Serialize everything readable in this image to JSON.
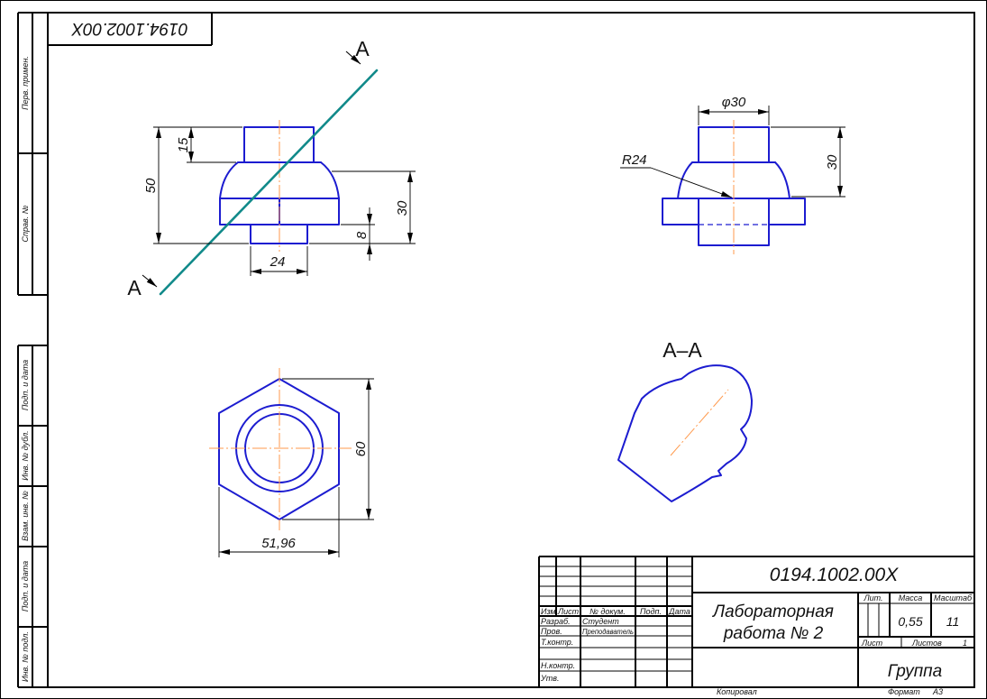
{
  "colors": {
    "frame": "#000000",
    "outline": "#1c1cd0",
    "centerline": "#ff9a4d",
    "section_line": "#118a8a",
    "dimension": "#000000",
    "hatch": "#1c1cd0"
  },
  "sheet": {
    "corner_designation": "0194.1002.00X",
    "side_labels": [
      "Перв. примен.",
      "Справ. №",
      "Подп. и дата",
      "Инв. № дубл.",
      "Взам. инв. №",
      "Подп. и дата",
      "Инв. № подл."
    ],
    "copied_label": "Копировал",
    "format_label": "Формат",
    "format_value": "А3"
  },
  "front_view": {
    "section_mark_top": "А",
    "section_mark_bottom": "А",
    "dimensions": {
      "total_height": "50",
      "cylinder_height": "15",
      "body_height": "30",
      "boss_height": "8",
      "boss_diameter": "24"
    }
  },
  "side_view": {
    "dimensions": {
      "cylinder_diameter": "φ30",
      "sphere_radius": "R24",
      "height": "30"
    }
  },
  "top_view": {
    "dimensions": {
      "across_corners": "60",
      "across_flats": "51,96"
    }
  },
  "section": {
    "title": "А–А"
  },
  "title_block": {
    "designation": "0194.1002.00X",
    "name_line1": "Лабораторная",
    "name_line2": "работа № 2",
    "headers": {
      "change": "Изм.",
      "sheet": "Лист",
      "doc_no": "№ докум.",
      "signature": "Подп.",
      "date": "Дата"
    },
    "roles": {
      "developed": "Разраб.",
      "checked": "Пров.",
      "tech_control": "Т.контр.",
      "norm_control": "Н.контр.",
      "approved": "Утв."
    },
    "names": {
      "developed": "Студент",
      "checked": "Преподаватель"
    },
    "lit_label": "Лит.",
    "mass_label": "Масса",
    "scale_label": "Масштаб",
    "mass": "0,55",
    "scale": "11",
    "sheet_label": "Лист",
    "sheets_label": "Листов",
    "sheets_total": "1",
    "organization": "Группа"
  }
}
